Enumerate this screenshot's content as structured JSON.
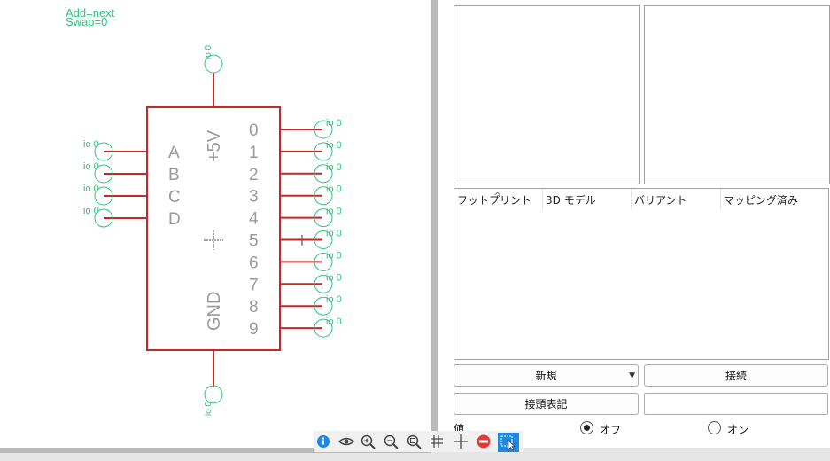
{
  "schematic": {
    "attr_add": "Add=next",
    "attr_swap": "Swap=0",
    "power_label": "+5V",
    "ground_label": "GND",
    "io_label": "io 0",
    "inputs": [
      "A",
      "B",
      "C",
      "D"
    ],
    "outputs": [
      "0",
      "1",
      "2",
      "3",
      "4",
      "5",
      "6",
      "7",
      "8",
      "9"
    ]
  },
  "footprint_table": {
    "columns": [
      "フットプリント",
      "3D モデル",
      "バリアント",
      "マッピング済み"
    ],
    "rows": []
  },
  "controls": {
    "new_label": "新規",
    "connect_label": "接続",
    "prefix_label": "接頭表記",
    "prefix_value": "",
    "value_label": "値",
    "off_label": "オフ",
    "on_label": "オン",
    "value_selected": "オフ"
  },
  "toolbar": {
    "icons": [
      "info-icon",
      "eye-icon",
      "zoom-in-icon",
      "zoom-out-icon",
      "zoom-fit-icon",
      "grid-icon",
      "crosshair-icon",
      "no-entry-icon",
      "select-icon"
    ],
    "active": "select-icon"
  },
  "colors": {
    "symbol_red": "#c62828",
    "pin_green": "#2ec27e",
    "label_gray": "#9a9a9a",
    "select_blue": "#1e88e5"
  }
}
